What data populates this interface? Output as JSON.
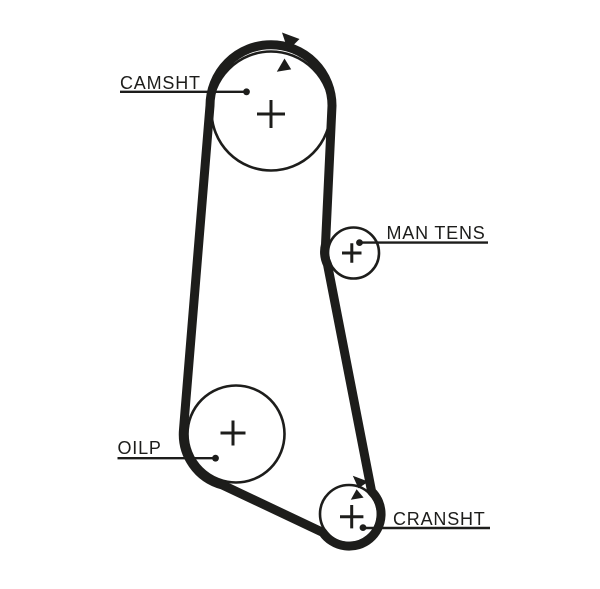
{
  "colors": {
    "ink": "#1d1d1b",
    "paper": "#ffffff"
  },
  "pulleys": [
    {
      "id": "camshaft",
      "label": "CAMSHT",
      "center_mark": "+"
    },
    {
      "id": "manual-tensioner",
      "label": "MAN TENS",
      "center_mark": "+"
    },
    {
      "id": "oil-pump",
      "label": "OILP",
      "center_mark": "+"
    },
    {
      "id": "crankshaft",
      "label": "CRANSHT",
      "center_mark": "+"
    }
  ],
  "icons": {
    "camshaft_timing_mark": "double-arrowhead-timing-mark",
    "crankshaft_timing_mark": "double-arrowhead-timing-mark"
  }
}
